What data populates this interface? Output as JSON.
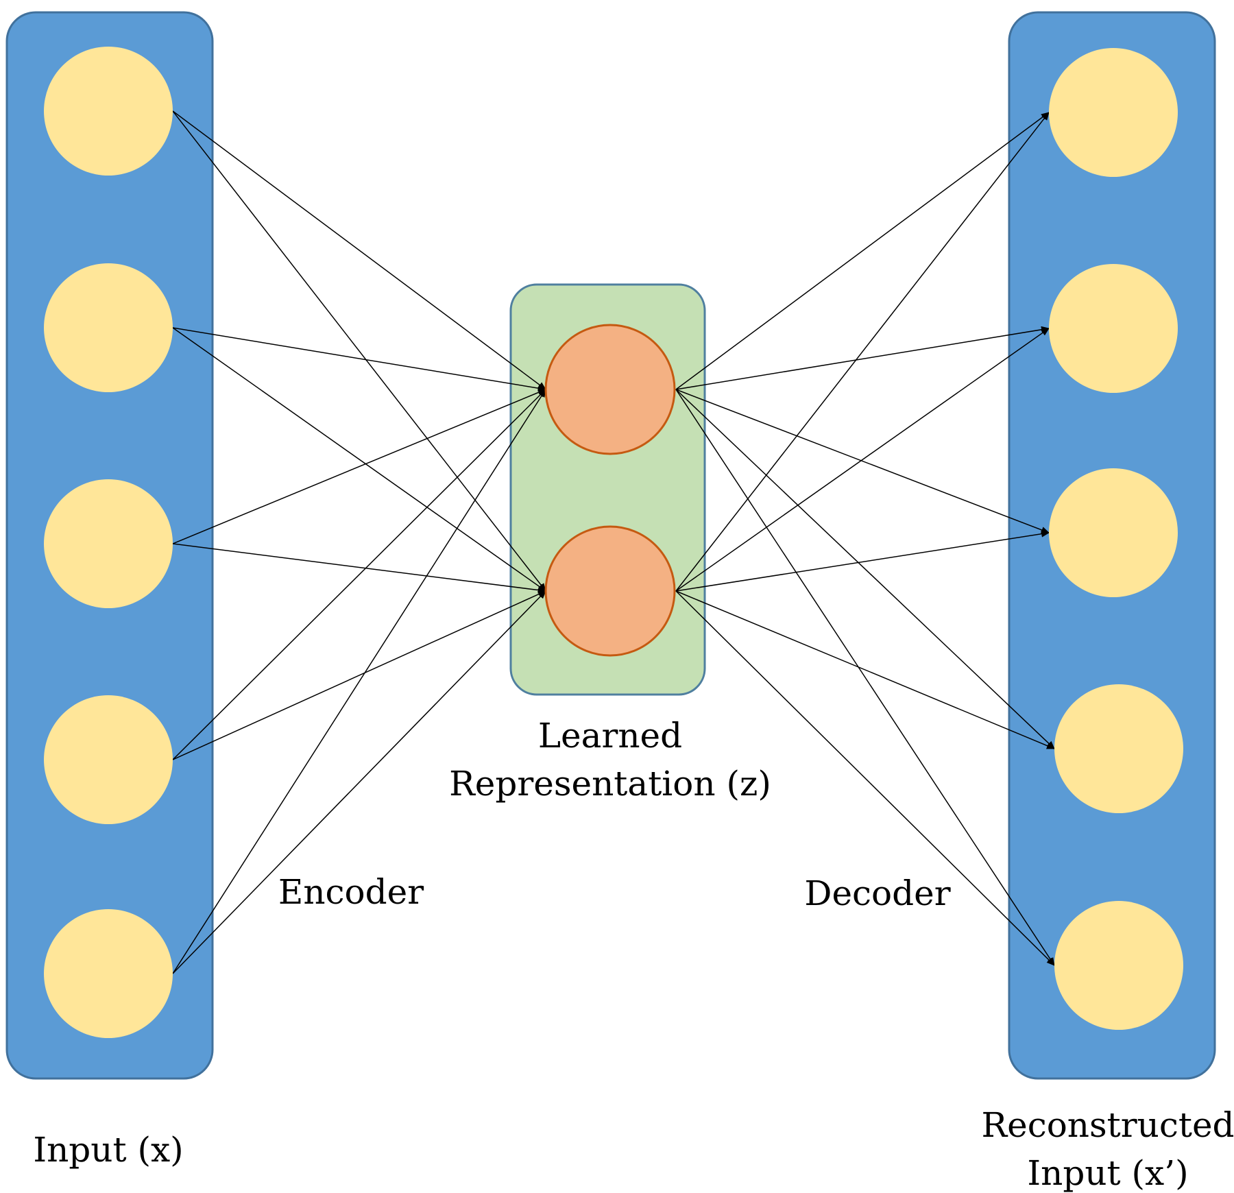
{
  "labels": {
    "input": "Input (x)",
    "latent_line1": "Learned",
    "latent_line2": "Representation (z)",
    "encoder": "Encoder",
    "decoder": "Decoder",
    "output_line1": "Reconstructed",
    "output_line2": "Input (x’)"
  },
  "network": {
    "input_nodes": 5,
    "latent_nodes": 2,
    "output_nodes": 5
  },
  "colors": {
    "panel": "#5b9bd5",
    "latent_panel": "#c5e0b4",
    "input_node": "#ffe699",
    "latent_node": "#f4b183",
    "latent_node_border": "#c55a11",
    "edge": "#000000"
  }
}
